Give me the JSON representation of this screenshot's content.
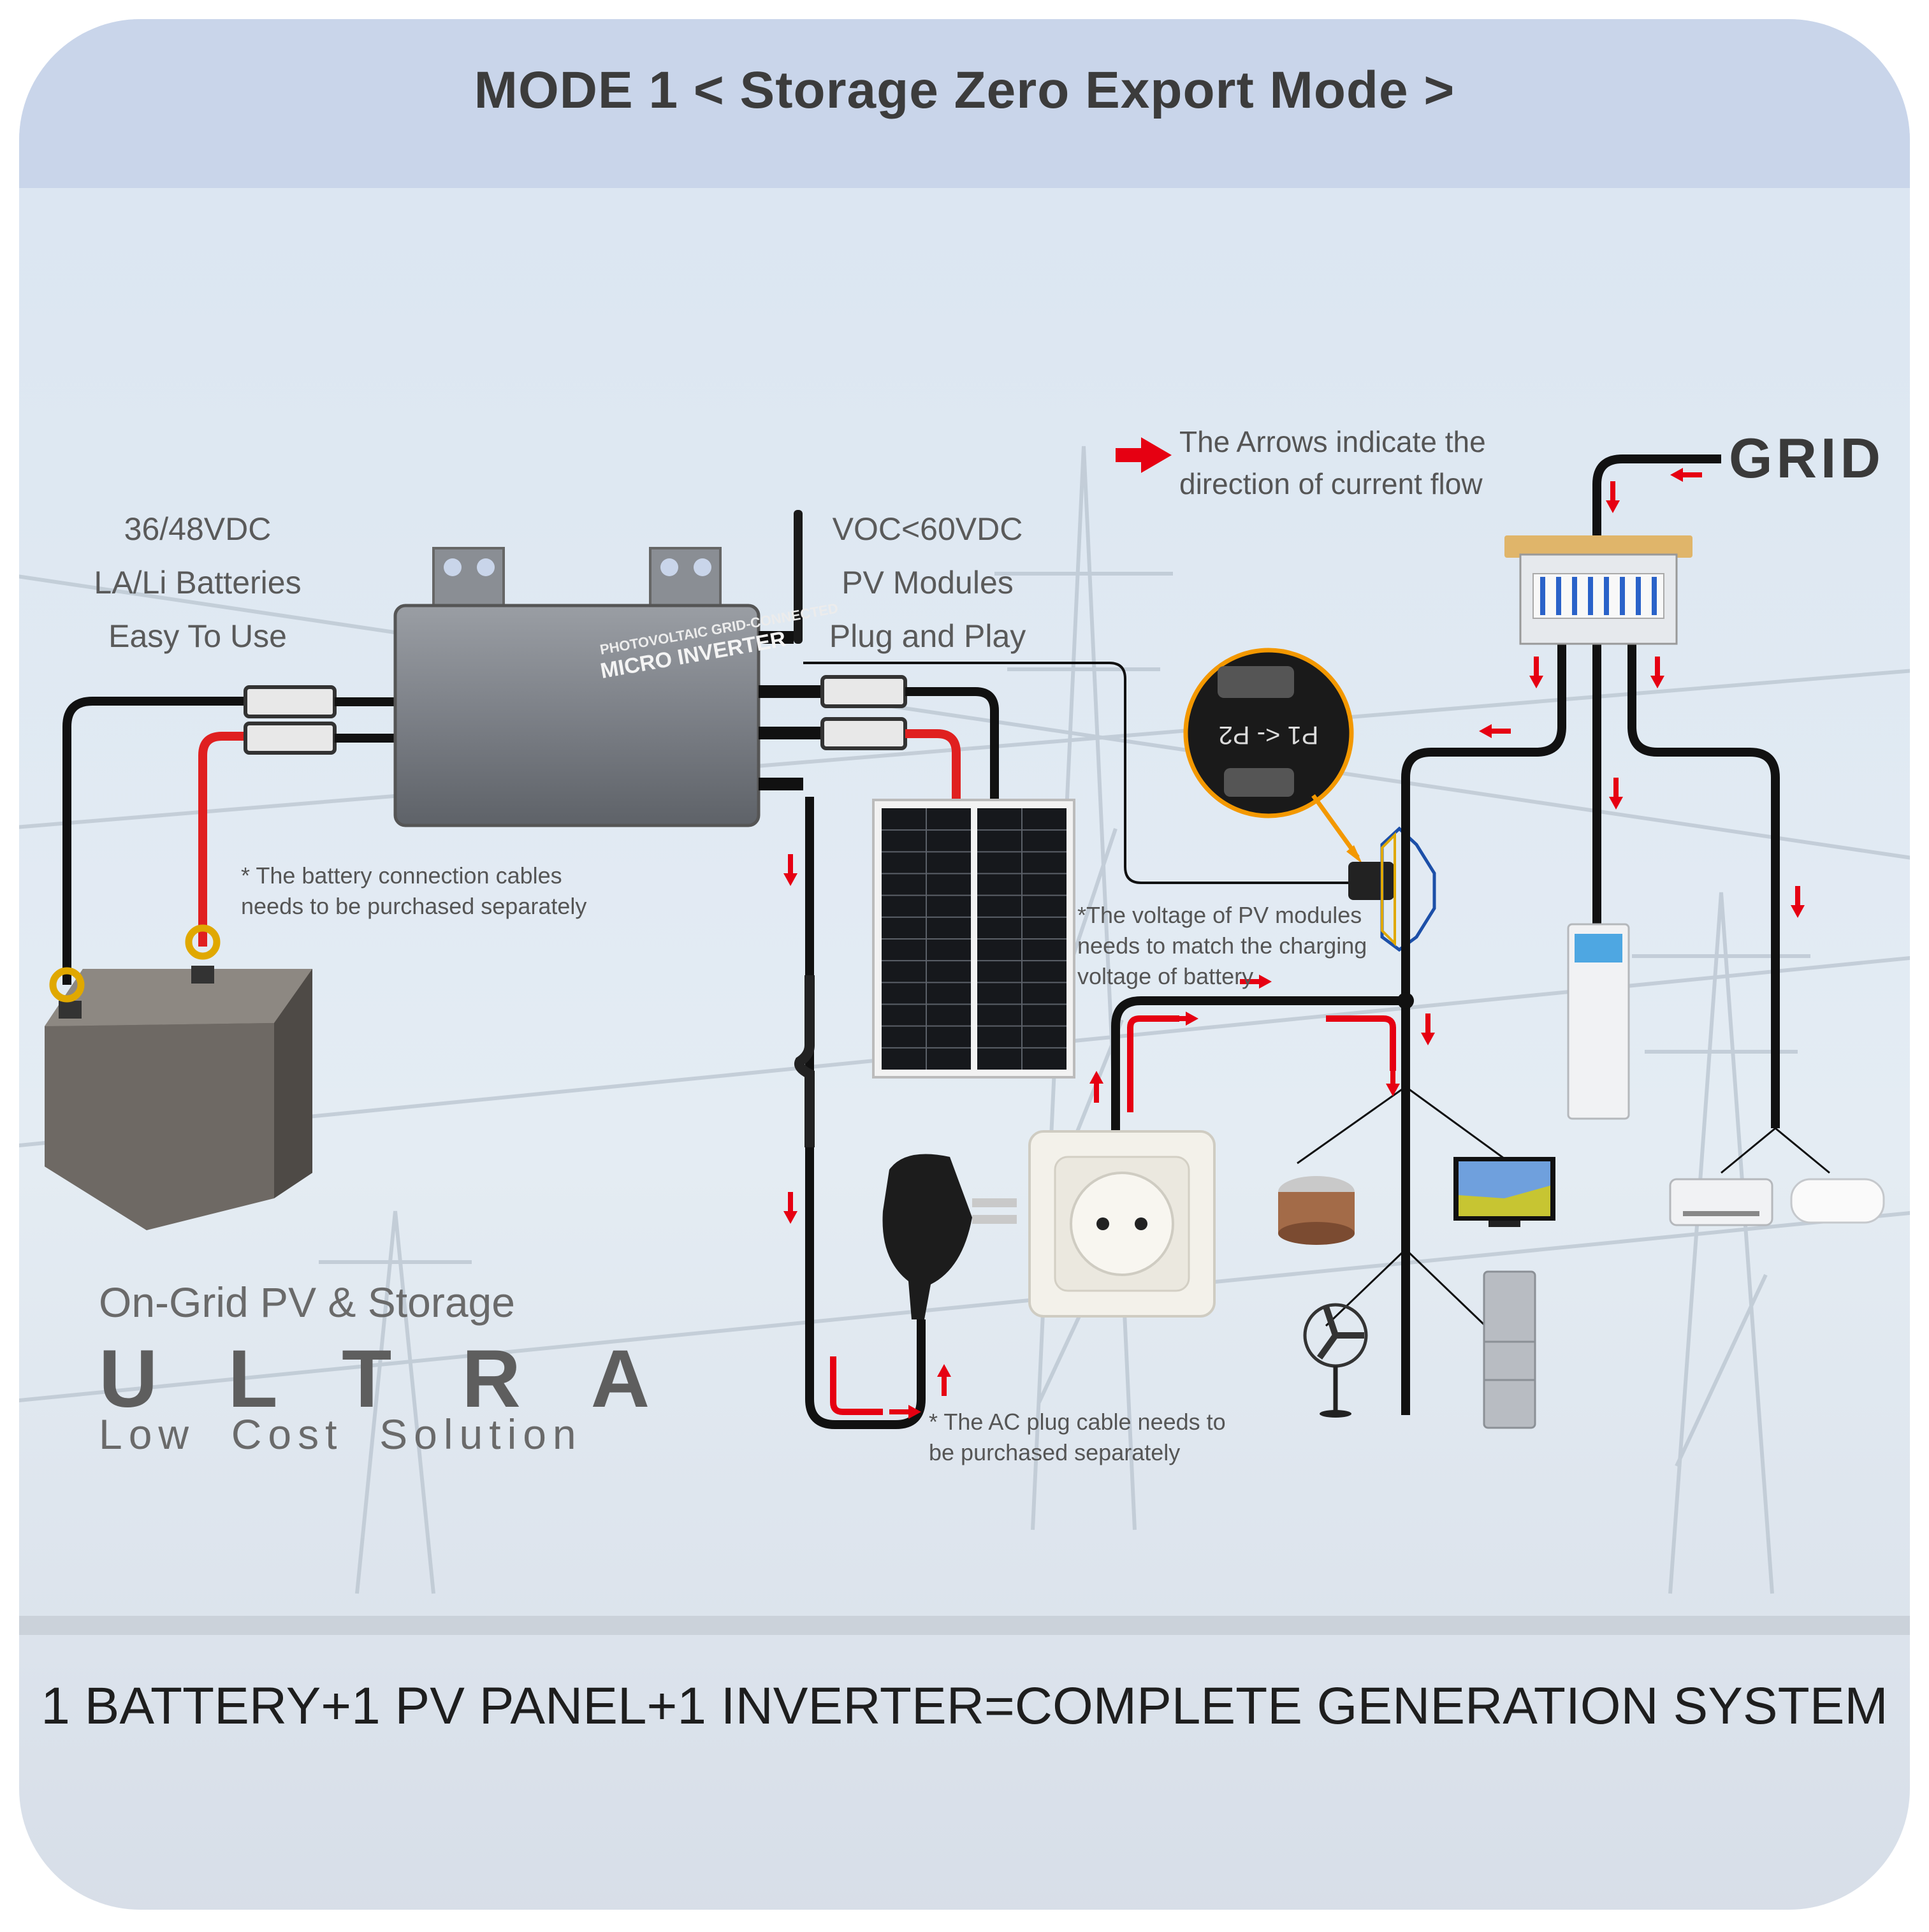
{
  "title": "MODE 1 < Storage Zero Export Mode >",
  "grid_label": "GRID",
  "battery_specs": [
    "36/48VDC",
    "LA/Li Batteries",
    "Easy To Use"
  ],
  "pv_specs": [
    "VOC<60VDC",
    "PV Modules",
    "Plug and Play"
  ],
  "legend": {
    "text": "The Arrows indicate the direction of current flow",
    "arrow_color": "#e60012"
  },
  "notes": {
    "battery_cable": "* The battery connection cables needs to be purchased separately",
    "pv_voltage": "*The voltage of PV modules needs to match the charging voltage of battery",
    "ac_cable": "* The AC plug cable needs to be purchased separately"
  },
  "inverter": {
    "line1": "PHOTOVOLTAIC GRID-CONNECTED",
    "line2": "MICRO INVERTER"
  },
  "ct_clamp_label": "P1 <- P2",
  "brand": {
    "line1": "On-Grid PV & Storage",
    "line2": "ULTRA",
    "line3": "Low  Cost  Solution"
  },
  "footer": "1 BATTERY+1 PV PANEL+1 INVERTER=COMPLETE GENERATION SYSTEM",
  "colors": {
    "header_band": "#c9d5ea",
    "background": "#dde7f1",
    "cable": "#111111",
    "positive_cable": "#e02020",
    "arrow": "#e60012",
    "terminal": "#e0a800"
  }
}
